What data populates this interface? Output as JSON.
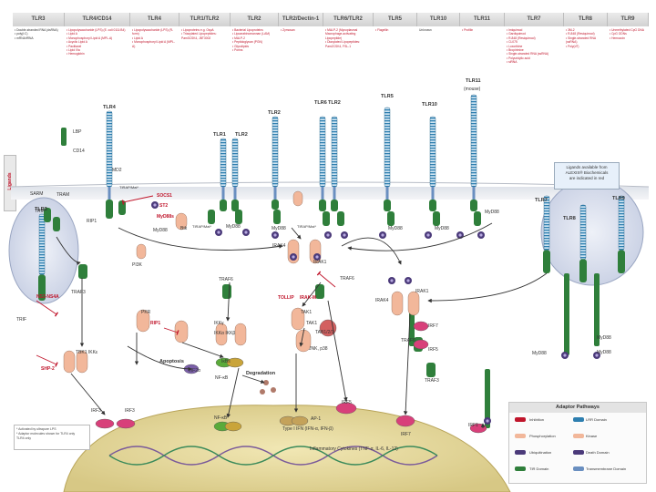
{
  "columns": [
    {
      "label": "TLR3"
    },
    {
      "label": "TLR4/CD14"
    },
    {
      "label": "TLR4"
    },
    {
      "label": "TLR1/TLR2"
    },
    {
      "label": "TLR2"
    },
    {
      "label": "TLR2/Dectin-1"
    },
    {
      "label": "TLR6/TLR2"
    },
    {
      "label": "TLR5"
    },
    {
      "label": "TLR10"
    },
    {
      "label": "TLR11"
    },
    {
      "label": "TLR7"
    },
    {
      "label": "TLR8"
    },
    {
      "label": "TLR9"
    }
  ],
  "ligands": [
    {
      "lines": [
        "• Double-stranded RNA (dsRNA)",
        "• poly(I:C)",
        "• mRNA/tRNA"
      ]
    },
    {
      "lines": [
        "• Lipopolysaccharide (LPS) (E. coli 0111:B4)",
        "• Lipid A",
        "• Monophosphoryl Lipid A (MPL-A)",
        "• Acyclic Lipid A",
        "• Paclitaxel",
        "• Lipid IVa",
        "• Hemoglobin"
      ]
    },
    {
      "lines": [
        "• Lipopolysaccharide (LPS) (R-form)",
        "• Lipid A",
        "• Monophosphoryl Lipid A (MPL-A)"
      ]
    },
    {
      "lines": [
        "• Lipoproteins e.g. OspA",
        "• Triacylated Lipopeptides: Pam3CSK4, JBT3002"
      ]
    },
    {
      "lines": [
        "• Bacterial Lipoproteins",
        "• Lipoarabinomannan (LAM)",
        "• MALP-2",
        "• Peptidoglycan (PGN)",
        "• Glycolipids",
        "• Porins"
      ]
    },
    {
      "lines": [
        "• Zymosan"
      ]
    },
    {
      "lines": [
        "• MALP-2 (Mycoplasmal Macrophage-activating Lipopeptide)",
        "• Diacylated Lipopeptides: Pam2CSK4, FSL-1"
      ]
    },
    {
      "lines": [
        "• Flagellin"
      ]
    },
    {
      "lines": [
        "Unknown"
      ]
    },
    {
      "lines": [
        "• Profilin"
      ]
    },
    {
      "lines": [
        "• Imiquimod",
        "• Gardiquimod",
        "• R-848 (Resiquimod)",
        "• CL075",
        "• Loxoribine",
        "• Bropirimine",
        "• Single-stranded RNA (ssRNA)",
        "• Polyuridylic acid",
        "• siRNA"
      ]
    },
    {
      "lines": [
        "• 3M-2",
        "• R-848 (Resiquimod)",
        "• Single-stranded RNA (ssRNA)",
        "• Poly(dT)"
      ]
    },
    {
      "lines": [
        "• Unmethylated CpG DNA",
        "• CpG ODNs",
        "• Hemozoin"
      ]
    }
  ],
  "sidebar_label": "Ligands",
  "info_box": {
    "line1": "Ligands available from",
    "line2": "ALEXIS® Biochemicals",
    "line3": "are indicated in red"
  },
  "receptor_labels": {
    "tlr4": "TLR4",
    "lbp": "LBP",
    "cd14": "CD14",
    "md2": "MD2",
    "tlr1": "TLR1",
    "tlr2a": "TLR2",
    "tlr2b": "TLR2",
    "tlr6": "TLR6",
    "tlr2c": "TLR2",
    "tlr5": "TLR5",
    "tlr10": "TLR10",
    "tlr11": "TLR11",
    "tlr11_sub": "(mouse)",
    "tlr3": "TLR3",
    "tlr7": "TLR7",
    "tlr8": "TLR8",
    "tlr9": "TLR9"
  },
  "adaptor_labels": {
    "sarm": "SARM",
    "tram": "TRAM",
    "trif": "TRIF",
    "tirap_mal": "TIRAP/Mal*",
    "myd88_a": "MyD88",
    "socs1": "SOCS1",
    "st2": "ST2",
    "myd88s": "MyD88s",
    "tirap2": "TIRAP/Mal*",
    "myd88_b": "MyD88",
    "btk": "Btk",
    "tirap3": "TIRAP/Mal*",
    "myd88_c": "MyD88",
    "myd88_d": "MyD88",
    "myd88_e": "MyD88",
    "myd88_f": "MyD88",
    "myd88_g": "MyD88",
    "myd88_h": "MyD88",
    "rip1_top": "RIP1",
    "pi3k": "PI3K"
  },
  "signaling_labels": {
    "irak4": "IRAK4",
    "irak1": "IRAK1",
    "traf6_a": "TRAF6",
    "traf6_b": "TRAF6",
    "tollip": "TOLLIP",
    "irakm": "IRAK-M",
    "ns3": "NS3-NS4A",
    "trif2": "TRIF",
    "traf3": "TRAF3",
    "rip1": "RIP1",
    "pkr": "PKR",
    "tbk1": "TBK1 IKKε",
    "ikkg": "IKKγ",
    "ikkab": "IKKα IKKβ",
    "tak1": "TAK1",
    "tab": "TAB1/2/3",
    "ikb": "IκBs",
    "nfkb": "NF-κB",
    "degradation": "Degradation",
    "jnk": "JNK, p38",
    "ap1": "AP-1",
    "irf3_a": "IRF3",
    "irf3_b": "IRF3",
    "irf5": "IRF5",
    "irf7": "IRF7",
    "irf1": "IRF1",
    "irak4b": "IRAK4",
    "irak1b": "IRAK1",
    "traf6_c": "TRAF6",
    "irf7b": "IRF7",
    "traf3b": "TRAF3",
    "irf5b": "IRF5",
    "myd88_i": "MyD88",
    "myd88_j": "MyD88",
    "nfkb2": "NF-κB",
    "elf2a": "eIF2α",
    "apoptosis": "Apoptosis",
    "shp2": "SHP-2",
    "tak1b": "TAK1"
  },
  "nucleus_labels": {
    "ifn": "Type I IFN (IFN-α, IFN-β)",
    "cytokines": "Inflammatory Cytokines (TNF-α, IL-6, IL-12)"
  },
  "notes": {
    "line1": "* Activated by ultrapure LPS",
    "line2": "* Adaptor molecules shown for TLR4 only",
    "line3": "TLR4 only"
  },
  "legend": {
    "title": "Adaptor Pathways",
    "items": [
      {
        "label": "Inhibition"
      },
      {
        "label": "LRR Domain"
      },
      {
        "label": "Phosphorylation"
      },
      {
        "label": "Kinase"
      },
      {
        "label": "Ubiquitination"
      },
      {
        "label": "Death Domain"
      },
      {
        "label": "TIR Domain"
      },
      {
        "label": "Transmembrane Domain"
      }
    ]
  },
  "colors": {
    "header_bg": "#dcdcdc",
    "ligand_red": "#c0152b",
    "receptor_stripe": "#2e7fb0",
    "tir_green": "#2f7f3b",
    "kinase_peach": "#f2b79a",
    "membrane": "#f0f0f0",
    "nucleus_gold": "#d9c67a",
    "nfkb_green": "#5aaa3a",
    "irf_pink": "#d8407a",
    "death_purple": "#4b3a7a",
    "endosome": "#c9d2e6"
  }
}
